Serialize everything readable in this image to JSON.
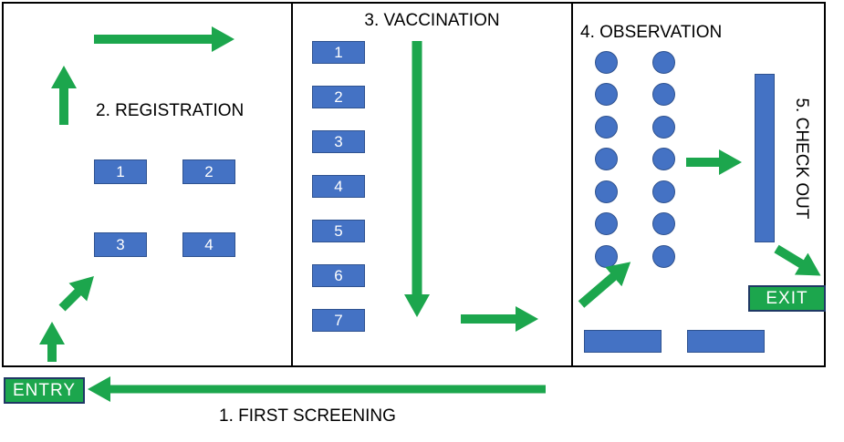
{
  "colors": {
    "desk_blue": "#4472C4",
    "desk_border": "#2F528F",
    "flow_green": "#1CA64D",
    "sign_border": "#1F3864"
  },
  "stations": {
    "first_screening": {
      "label": "1. FIRST SCREENING"
    },
    "registration": {
      "label": "2. REGISTRATION",
      "desks": [
        "1",
        "2",
        "3",
        "4"
      ]
    },
    "vaccination": {
      "label": "3. VACCINATION",
      "booths": [
        "1",
        "2",
        "3",
        "4",
        "5",
        "6",
        "7"
      ]
    },
    "observation": {
      "label": "4. OBSERVATION",
      "seat_columns": 2,
      "seats_per_column": 7
    },
    "check_out": {
      "label": "5. CHECK OUT"
    }
  },
  "signs": {
    "entry": "ENTRY",
    "exit": "EXIT"
  }
}
